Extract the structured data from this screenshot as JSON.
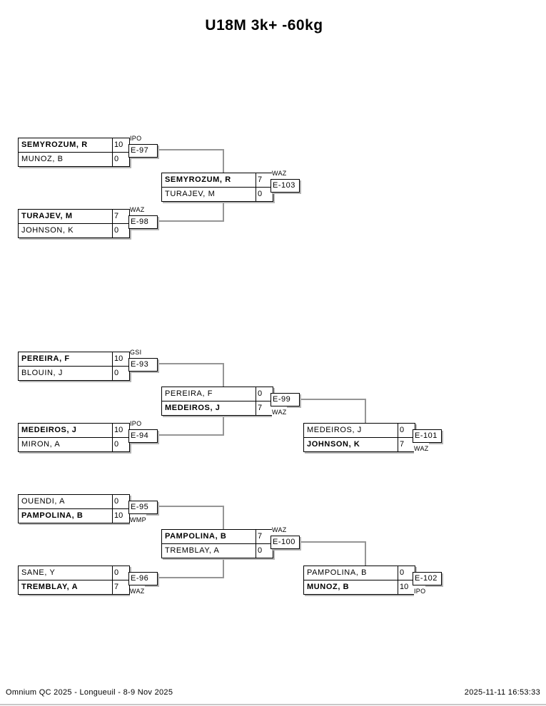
{
  "title": "U18M 3k+ -60kg",
  "footer": {
    "left": "Omnium QC 2025 - Longueuil - 8-9 Nov 2025",
    "right": "2025-11-11 16:53:33"
  },
  "colors": {
    "background": "#ffffff",
    "text": "#000000",
    "box_border": "#000000",
    "box_shadow": "#b4b4b4",
    "connector_line": "#959595"
  },
  "matches": [
    {
      "code": "E-97",
      "result": "IPO",
      "top": {
        "name": "SEMYROZUM, R",
        "score": "10",
        "winner": true
      },
      "bottom": {
        "name": "MUNOZ, B",
        "score": "0",
        "winner": false
      }
    },
    {
      "code": "E-98",
      "result": "WAZ",
      "top": {
        "name": "TURAJEV, M",
        "score": "7",
        "winner": true
      },
      "bottom": {
        "name": "JOHNSON, K",
        "score": "0",
        "winner": false
      }
    },
    {
      "code": "E-103",
      "result": "WAZ",
      "top": {
        "name": "SEMYROZUM, R",
        "score": "7",
        "winner": true
      },
      "bottom": {
        "name": "TURAJEV, M",
        "score": "0",
        "winner": false
      }
    },
    {
      "code": "E-93",
      "result": "GSI",
      "top": {
        "name": "PEREIRA, F",
        "score": "10",
        "winner": true
      },
      "bottom": {
        "name": "BLOUIN, J",
        "score": "0",
        "winner": false
      }
    },
    {
      "code": "E-94",
      "result": "IPO",
      "top": {
        "name": "MEDEIROS, J",
        "score": "10",
        "winner": true
      },
      "bottom": {
        "name": "MIRON, A",
        "score": "0",
        "winner": false
      }
    },
    {
      "code": "E-99",
      "result": "WAZ",
      "top": {
        "name": "PEREIRA, F",
        "score": "0",
        "winner": false
      },
      "bottom": {
        "name": "MEDEIROS, J",
        "score": "7",
        "winner": true
      }
    },
    {
      "code": "E-101",
      "result": "WAZ",
      "top": {
        "name": "MEDEIROS, J",
        "score": "0",
        "winner": false
      },
      "bottom": {
        "name": "JOHNSON, K",
        "score": "7",
        "winner": true
      }
    },
    {
      "code": "E-95",
      "result": "WMP",
      "top": {
        "name": "OUENDI, A",
        "score": "0",
        "winner": false
      },
      "bottom": {
        "name": "PAMPOLINA, B",
        "score": "10",
        "winner": true
      }
    },
    {
      "code": "E-96",
      "result": "WAZ",
      "top": {
        "name": "SANE, Y",
        "score": "0",
        "winner": false
      },
      "bottom": {
        "name": "TREMBLAY, A",
        "score": "7",
        "winner": true
      }
    },
    {
      "code": "E-100",
      "result": "WAZ",
      "top": {
        "name": "PAMPOLINA, B",
        "score": "7",
        "winner": true
      },
      "bottom": {
        "name": "TREMBLAY, A",
        "score": "0",
        "winner": false
      }
    },
    {
      "code": "E-102",
      "result": "IPO",
      "top": {
        "name": "PAMPOLINA, B",
        "score": "0",
        "winner": false
      },
      "bottom": {
        "name": "MUNOZ, B",
        "score": "10",
        "winner": true
      }
    }
  ]
}
